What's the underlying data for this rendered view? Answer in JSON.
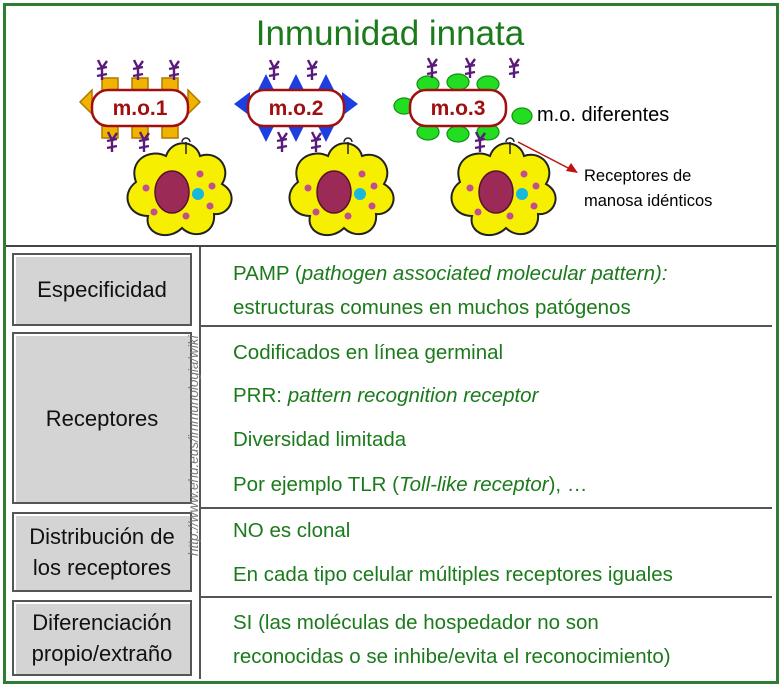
{
  "title": "Inmunidad innata",
  "microorganisms": [
    {
      "label": "m.o.1",
      "color": "#f0b400"
    },
    {
      "label": "m.o.2",
      "color": "#1d3fe0"
    },
    {
      "label": "m.o.3",
      "color": "#22dd22"
    }
  ],
  "annotations": {
    "different": "m.o. diferentes",
    "receptors_line1": "Receptores de",
    "receptors_line2": "manosa idénticos"
  },
  "credit": "http://www.ehu.eus/immunologia/wiki",
  "rows": [
    {
      "label": "Especificidad",
      "lines": [
        [
          {
            "t": "PAMP (",
            "i": false
          },
          {
            "t": "pathogen associated molecular pattern):",
            "i": true
          }
        ],
        [
          {
            "t": "estructuras comunes en muchos patógenos",
            "i": false
          }
        ]
      ]
    },
    {
      "label": "Receptores",
      "lines": [
        [
          {
            "t": "Codificados en línea germinal",
            "i": false
          }
        ],
        [
          {
            "t": "PRR: ",
            "i": false
          },
          {
            "t": "pattern recognition receptor",
            "i": true
          }
        ],
        [
          {
            "t": " Diversidad limitada",
            "i": false
          }
        ],
        [
          {
            "t": "Por ejemplo TLR (",
            "i": false
          },
          {
            "t": "Toll-like receptor",
            "i": true
          },
          {
            "t": "), …",
            "i": false
          }
        ]
      ]
    },
    {
      "label": "Distribución de los receptores",
      "lines": [
        [
          {
            "t": "NO es clonal",
            "i": false
          }
        ],
        [
          {
            "t": "En cada tipo celular múltiples receptores iguales",
            "i": false
          }
        ]
      ]
    },
    {
      "label": "Diferenciación propio/extraño",
      "lines": [
        [
          {
            "t": "SI (las moléculas de hospedador no son",
            "i": false
          }
        ],
        [
          {
            "t": "reconocidas o se inhibe/evita el reconocimiento)",
            "i": false
          }
        ]
      ]
    }
  ]
}
